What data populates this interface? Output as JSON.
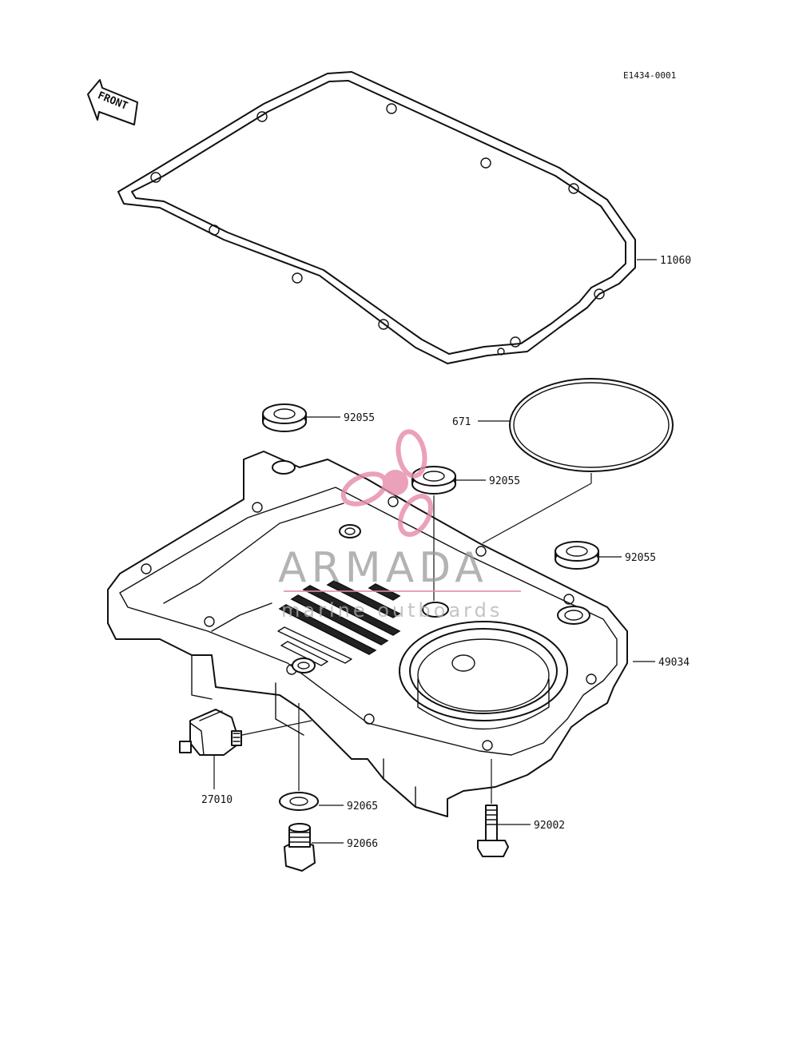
{
  "diagram": {
    "code": "E1434-0001",
    "front_label": "FRONT",
    "parts": [
      {
        "number": "11060"
      },
      {
        "number": "92055"
      },
      {
        "number": "671"
      },
      {
        "number": "92055"
      },
      {
        "number": "92055"
      },
      {
        "number": "49034"
      },
      {
        "number": "27010"
      },
      {
        "number": "92065"
      },
      {
        "number": "92066"
      },
      {
        "number": "92002"
      }
    ]
  },
  "watermark": {
    "brand": "ARMADA",
    "tagline": "marine outboards",
    "logo_icon": "propeller-logo-icon",
    "logo_color": "#e58aa8"
  }
}
